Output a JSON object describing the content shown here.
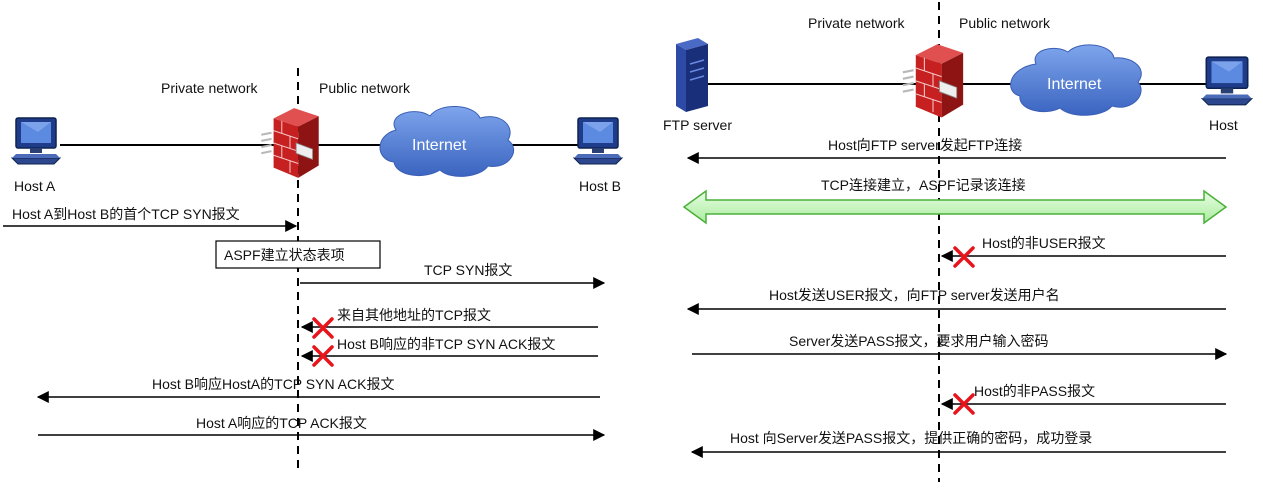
{
  "left_diagram": {
    "zone_private": "Private network",
    "zone_public": "Public network",
    "host_a": "Host A",
    "host_b": "Host B",
    "internet": "Internet",
    "msg1": "Host A到Host B的首个TCP SYN报文",
    "state_box": "ASPF建立状态表项",
    "msg2": "TCP SYN报文",
    "msg3": "来自其他地址的TCP报文",
    "msg4": "Host B响应的非TCP SYN ACK报文",
    "msg5": "Host B响应HostA的TCP SYN ACK报文",
    "msg6": "Host A响应的TCP ACK报文"
  },
  "right_diagram": {
    "zone_private": "Private network",
    "zone_public": "Public network",
    "ftp_server": "FTP server",
    "host": "Host",
    "internet": "Internet",
    "msg1": "Host向FTP server发起FTP连接",
    "msg2": "TCP连接建立，ASPF记录该连接",
    "msg3": "Host的非USER报文",
    "msg4": "Host发送USER报文，向FTP server发送用户名",
    "msg5": "Server发送PASS报文，要求用户输入密码",
    "msg6": "Host的非PASS报文",
    "msg7": "Host 向Server发送PASS报文，提供正确的密码，成功登录"
  },
  "colors": {
    "arrow": "#000000",
    "blocked_x": "#e8141c",
    "bidir_fill": "#c9f5c0",
    "bidir_stroke": "#4caf3a",
    "firewall": "#c62020",
    "cloud": "#4f7ed6",
    "computer": "#1f3c8a"
  }
}
